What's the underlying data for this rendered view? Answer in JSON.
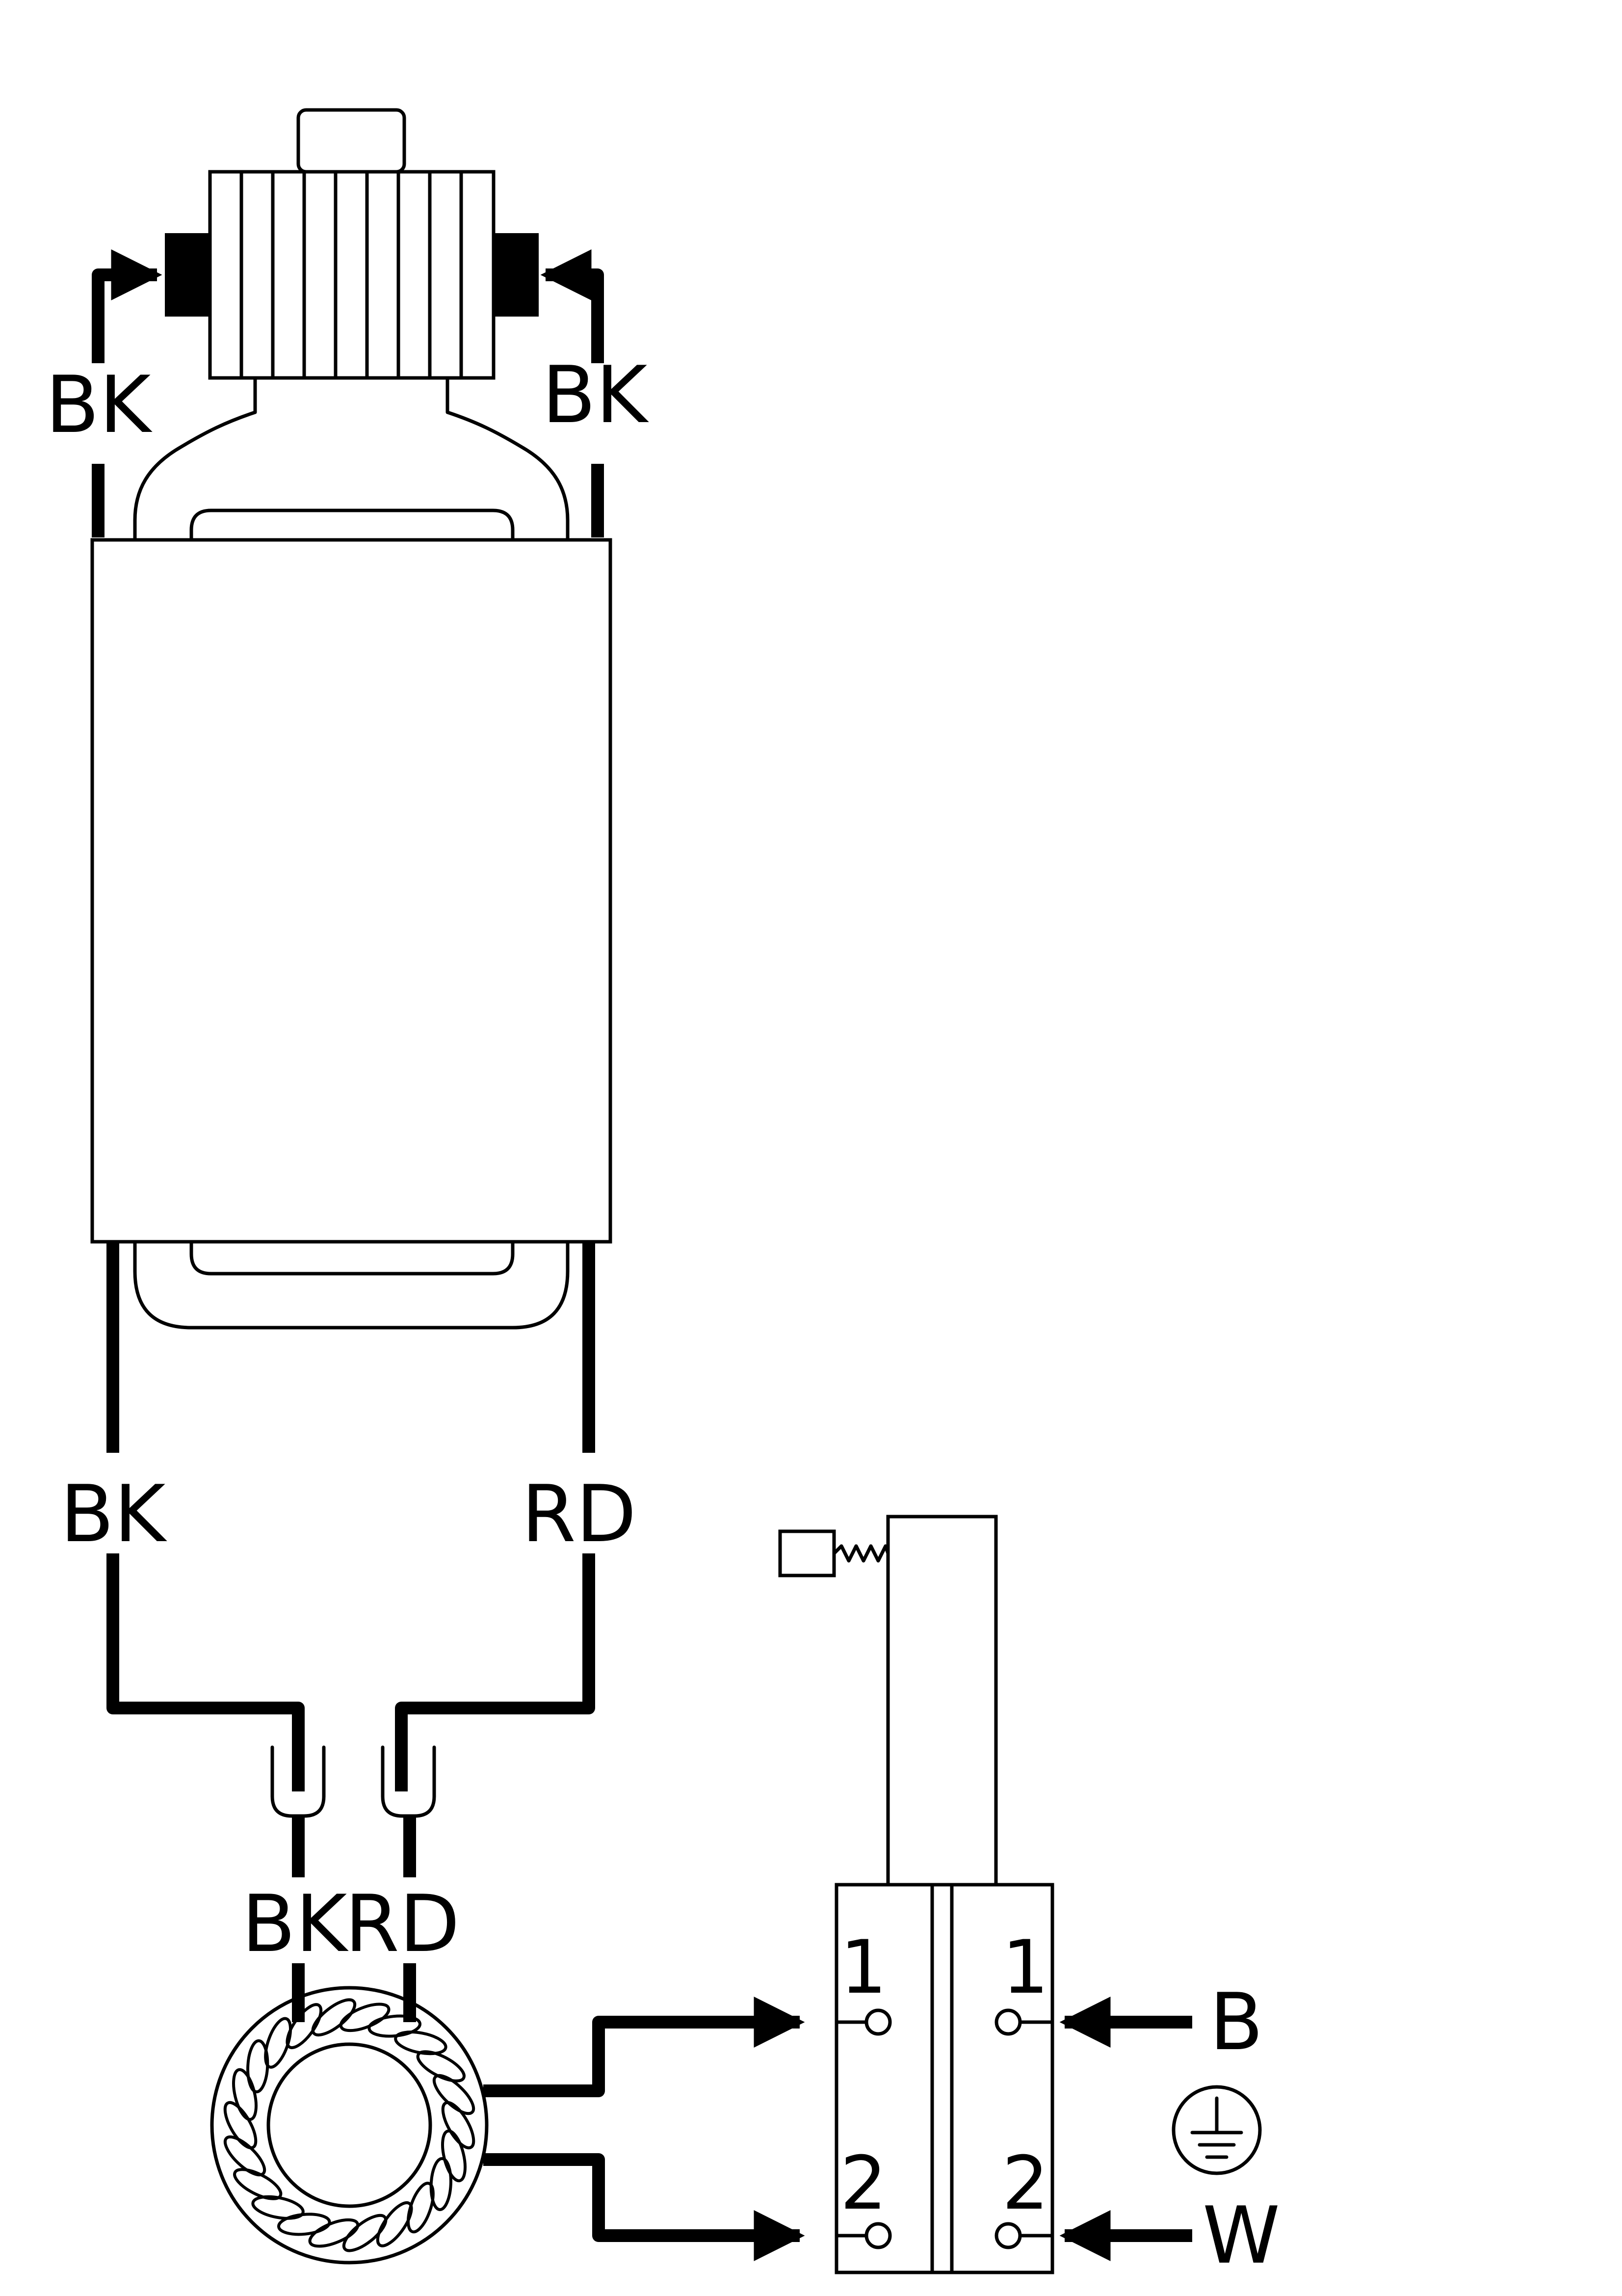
{
  "colors": {
    "ink": "#000000",
    "paper": "#ffffff"
  },
  "labels": {
    "lamp_left_top": "BK",
    "lamp_right_top": "BK",
    "ballast_left": "BK",
    "ballast_right": "RD",
    "toroid_left": "BK",
    "toroid_right": "RD",
    "supply_b": "B",
    "supply_w": "W"
  },
  "terminal_block": {
    "left_top": "1",
    "left_bottom": "2",
    "right_top": "1",
    "right_bottom": "2"
  },
  "icons": {
    "ground": "protective-earth-icon",
    "lamp_socket": "lamp-socket-icon",
    "ballast": "ballast-transformer-icon",
    "toroid": "toroidal-coil-icon",
    "connector": "fork-connector-icon"
  }
}
